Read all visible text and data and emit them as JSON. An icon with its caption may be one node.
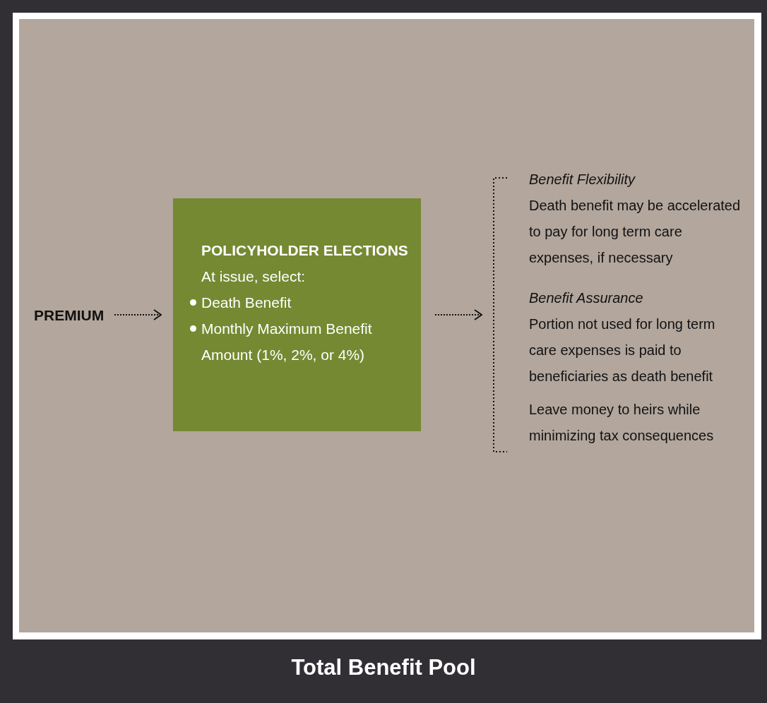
{
  "diagram": {
    "caption": "Total Benefit Pool",
    "nodes": [
      {
        "text": [
          "PREMIUM"
        ]
      },
      {
        "text": [
          "POLICYHOLDER ELECTIONS",
          "At issue, select:",
          "Death Benefit",
          "Monthly Maximum Benefit Amount (1%, 2%, or 4%)"
        ]
      },
      {
        "text": [
          "Benefit Flexibility",
          "Death benefit may be accelerated to pay for long term care expenses, if necessary",
          "Benefit Assurance",
          "Portion not used for long term care expenses is paid to beneficiaries as death benefit",
          "Leave money to heirs while minimizing tax consequences"
        ]
      }
    ],
    "edges": [
      {
        "from": 0,
        "to": 1,
        "arrow": "to"
      },
      {
        "from": 1,
        "to": 2,
        "arrow": "to"
      }
    ]
  }
}
